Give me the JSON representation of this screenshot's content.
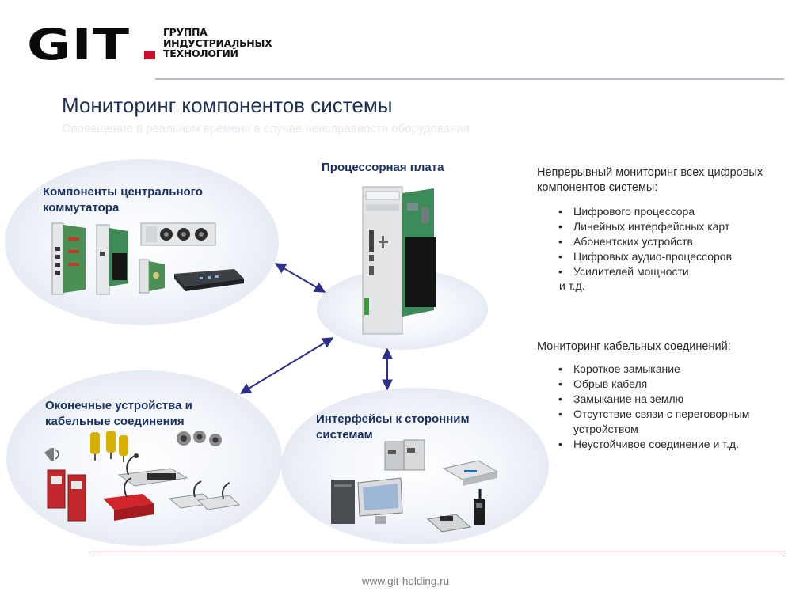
{
  "logo": {
    "wordmark": "GIT",
    "text_line1": "ГРУППА",
    "text_line2": "ИНДУСТРИАЛЬНЫХ",
    "text_line3": "ТЕХНОЛОГИЙ"
  },
  "slide": {
    "title": "Мониторинг компонентов системы",
    "subtitle": "Оповещение в реальном времени в случае неисправности оборудования"
  },
  "diagram": {
    "processor_label": "Процессорная плата",
    "central_label": "Компоненты центрального коммутатора",
    "terminals_label": "Оконечные устройства и кабельные соединения",
    "interfaces_label": "Интерфейсы к сторонним системам"
  },
  "digital_monitoring": {
    "heading": "Непрерывный мониторинг всех цифровых компонентов системы:",
    "items": [
      "Цифрового процессора",
      "Линейных интерфейсных  карт",
      "Абонентских устройств",
      "Цифровых аудио-процессоров",
      "Усилителей мощности"
    ],
    "etc": "и т.д."
  },
  "cable_monitoring": {
    "heading": "Мониторинг кабельных соединений:",
    "items": [
      "Короткое замыкание",
      "Обрыв кабеля",
      "Замыкание на землю",
      "Отсутствие связи с переговорным устройством",
      "Неустойчивое соединение и т.д."
    ]
  },
  "footer": {
    "url": "www.git-holding.ru"
  },
  "colors": {
    "title": "#1c2f52",
    "label": "#17305e",
    "arrow": "#2c2f8c",
    "accent_red": "#c8102e"
  }
}
